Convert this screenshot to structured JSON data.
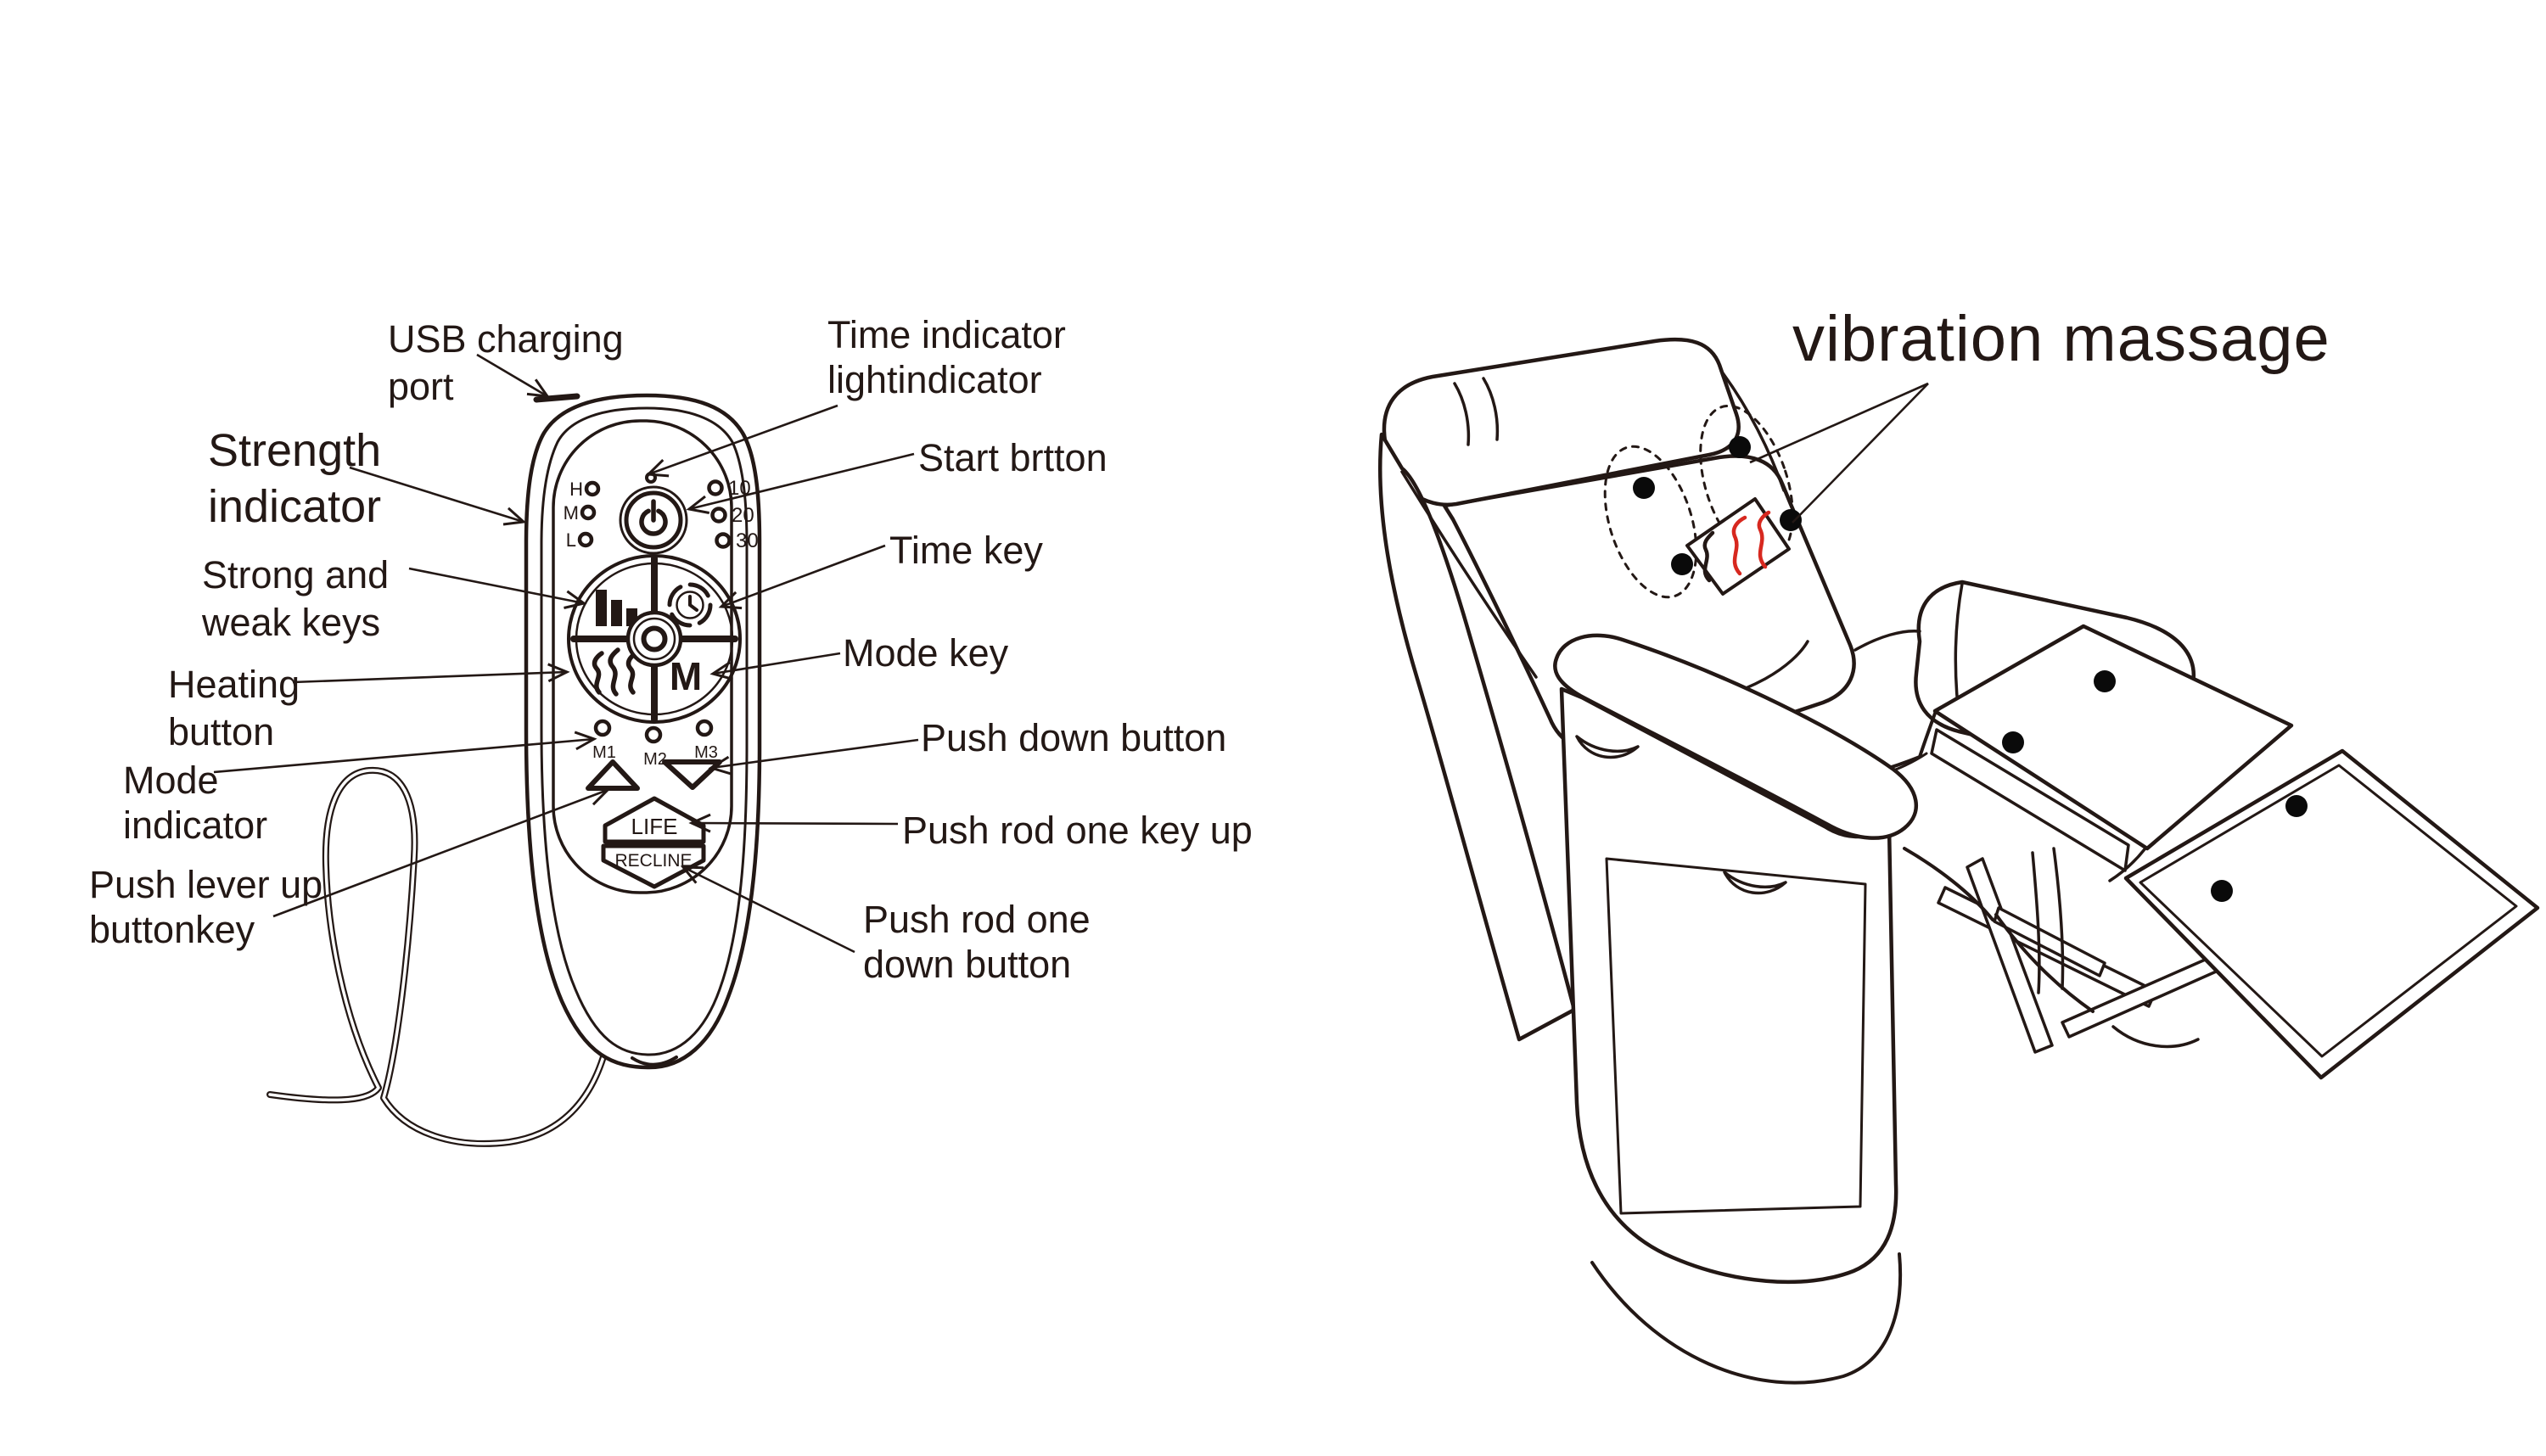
{
  "title": "vibration massage",
  "colors": {
    "ink": "#231815",
    "flame_red": "#d7281f"
  },
  "remote": {
    "labels_left": [
      {
        "id": "usb",
        "lines": [
          "USB charging",
          "port"
        ]
      },
      {
        "id": "strength",
        "lines": [
          "Strength",
          "indicator"
        ]
      },
      {
        "id": "strongweak",
        "lines": [
          "Strong and",
          "weak keys"
        ]
      },
      {
        "id": "heating",
        "lines": [
          "Heating",
          "button"
        ]
      },
      {
        "id": "modeind",
        "lines": [
          "Mode",
          "indicator"
        ]
      },
      {
        "id": "pushlever",
        "lines": [
          "Push lever up",
          "buttonkey"
        ]
      }
    ],
    "labels_right": [
      {
        "id": "timelight",
        "lines": [
          "Time indicator",
          "lightindicator"
        ]
      },
      {
        "id": "start",
        "lines": [
          "Start brtton"
        ]
      },
      {
        "id": "timekey",
        "lines": [
          "Time key"
        ]
      },
      {
        "id": "modekey",
        "lines": [
          "Mode key"
        ]
      },
      {
        "id": "pushdown",
        "lines": [
          "Push down button"
        ]
      },
      {
        "id": "pushrodup",
        "lines": [
          "Push rod one key up"
        ]
      },
      {
        "id": "pushroddown",
        "lines": [
          "Push rod one",
          "down button"
        ]
      }
    ],
    "strength_leds": [
      "H",
      "M",
      "L"
    ],
    "timer_leds": [
      "10",
      "20",
      "30"
    ],
    "memory_leds": [
      "M1",
      "M2",
      "M3"
    ],
    "buttons": {
      "mode": "M",
      "lift": "LIFE",
      "recline": "RECLINE"
    }
  }
}
